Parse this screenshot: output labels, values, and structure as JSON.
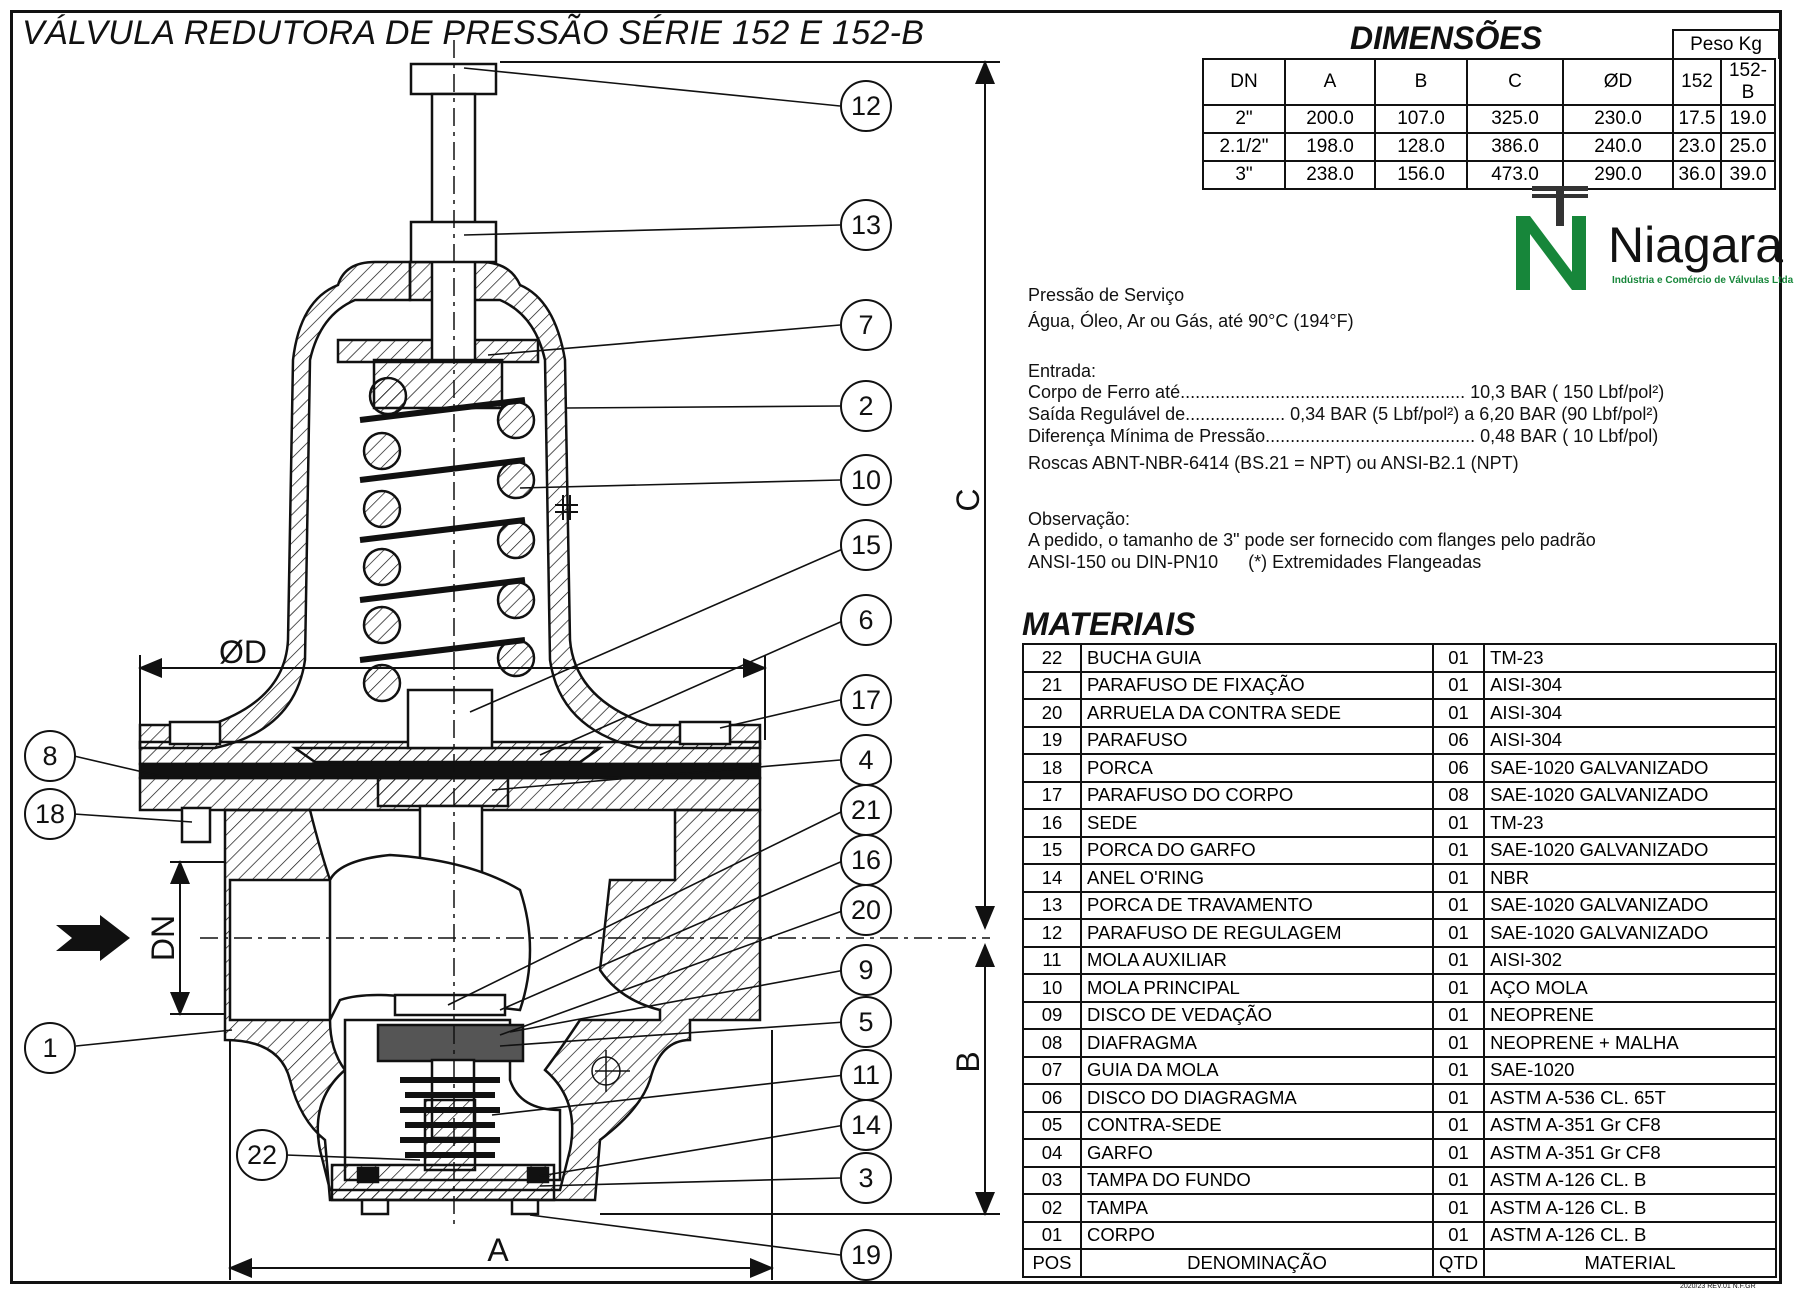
{
  "title": "VÁLVULA REDUTORA DE PRESSÃO SÉRIE 152 E 152-B",
  "dimensions": {
    "heading": "DIMENSÕES",
    "weight_heading": "Peso Kg",
    "columns": [
      "DN",
      "A",
      "B",
      "C",
      "ØD",
      "152",
      "152-B"
    ],
    "rows": [
      [
        "2\"",
        "200.0",
        "107.0",
        "325.0",
        "230.0",
        "17.5",
        "19.0"
      ],
      [
        "2.1/2\"",
        "198.0",
        "128.0",
        "386.0",
        "240.0",
        "23.0",
        "25.0"
      ],
      [
        "3\"",
        "238.0",
        "156.0",
        "473.0",
        "290.0",
        "36.0",
        "39.0"
      ]
    ]
  },
  "brand": {
    "name": "Niagara",
    "subtitle": "Indústria e Comércio de Válvulas Ltda",
    "green": "#17863a",
    "dark": "#1a1a1a"
  },
  "service": {
    "heading": "Pressão de Serviço",
    "fluids": "Água, Óleo, Ar ou Gás, até 90°C (194°F)"
  },
  "entrada": {
    "heading": "Entrada:",
    "lines": [
      "Corpo de Ferro até......................................................... 10,3 BAR ( 150 Lbf/pol²)",
      "Saída Regulável de.................... 0,34 BAR (5 Lbf/pol²) a 6,20 BAR (90 Lbf/pol²)",
      "Diferença Mínima de Pressão.......................................... 0,48 BAR ( 10 Lbf/pol)",
      "Roscas ABNT-NBR-6414 (BS.21 = NPT) ou ANSI-B2.1 (NPT)"
    ]
  },
  "observacao": {
    "heading": "Observação:",
    "lines": [
      "A pedido, o tamanho de 3\" pode ser fornecido com flanges pelo padrão",
      "ANSI-150 ou DIN-PN10      (*) Extremidades Flangeadas"
    ]
  },
  "materials": {
    "heading": "MATERIAIS",
    "rows": [
      [
        "22",
        "BUCHA GUIA",
        "01",
        "TM-23"
      ],
      [
        "21",
        "PARAFUSO DE FIXAÇÃO",
        "01",
        "AISI-304"
      ],
      [
        "20",
        "ARRUELA DA CONTRA SEDE",
        "01",
        "AISI-304"
      ],
      [
        "19",
        "PARAFUSO",
        "06",
        "AISI-304"
      ],
      [
        "18",
        "PORCA",
        "06",
        "SAE-1020 GALVANIZADO"
      ],
      [
        "17",
        "PARAFUSO DO CORPO",
        "08",
        "SAE-1020 GALVANIZADO"
      ],
      [
        "16",
        "SEDE",
        "01",
        "TM-23"
      ],
      [
        "15",
        "PORCA DO GARFO",
        "01",
        "SAE-1020 GALVANIZADO"
      ],
      [
        "14",
        "ANEL O'RING",
        "01",
        "NBR"
      ],
      [
        "13",
        "PORCA DE TRAVAMENTO",
        "01",
        "SAE-1020 GALVANIZADO"
      ],
      [
        "12",
        "PARAFUSO DE REGULAGEM",
        "01",
        "SAE-1020 GALVANIZADO"
      ],
      [
        "11",
        "MOLA AUXILIAR",
        "01",
        "AISI-302"
      ],
      [
        "10",
        "MOLA PRINCIPAL",
        "01",
        "AÇO MOLA"
      ],
      [
        "09",
        "DISCO DE VEDAÇÃO",
        "01",
        "NEOPRENE"
      ],
      [
        "08",
        "DIAFRAGMA",
        "01",
        "NEOPRENE + MALHA"
      ],
      [
        "07",
        "GUIA DA MOLA",
        "01",
        "SAE-1020"
      ],
      [
        "06",
        "DISCO DO DIAGRAGMA",
        "01",
        "ASTM A-536 CL. 65T"
      ],
      [
        "05",
        "CONTRA-SEDE",
        "01",
        "ASTM A-351 Gr CF8"
      ],
      [
        "04",
        "GARFO",
        "01",
        "ASTM A-351 Gr CF8"
      ],
      [
        "03",
        "TAMPA DO FUNDO",
        "01",
        "ASTM A-126 CL. B"
      ],
      [
        "02",
        "TAMPA",
        "01",
        "ASTM A-126 CL. B"
      ],
      [
        "01",
        "CORPO",
        "01",
        "ASTM A-126 CL. B"
      ]
    ],
    "footer": [
      "POS",
      "DENOMINAÇÃO",
      "QTD",
      "MATERIAL"
    ]
  },
  "drawing": {
    "dimension_labels": {
      "d": "ØD",
      "a": "A",
      "b": "B",
      "c": "C",
      "dn": "DN"
    },
    "balloons": [
      "12",
      "13",
      "7",
      "2",
      "10",
      "15",
      "6",
      "17",
      "4",
      "21",
      "16",
      "20",
      "9",
      "5",
      "11",
      "14",
      "3",
      "19",
      "8",
      "18",
      "1",
      "22"
    ]
  },
  "revision": "2020/23 REV.01 N.F.GR"
}
